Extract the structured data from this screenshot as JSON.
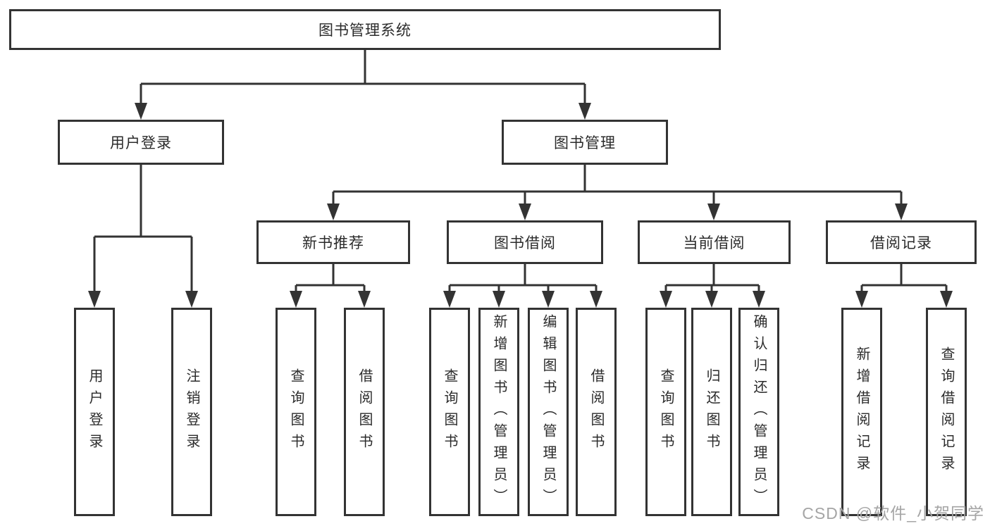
{
  "diagram": {
    "root_label": "图书管理系统",
    "branches": [
      {
        "label": "用户登录",
        "children": [
          {
            "label": "用户登录"
          },
          {
            "label": "注销登录"
          }
        ]
      },
      {
        "label": "图书管理",
        "modules": [
          {
            "label": "新书推荐",
            "children": [
              {
                "label": "查询图书"
              },
              {
                "label": "借阅图书"
              }
            ]
          },
          {
            "label": "图书借阅",
            "children": [
              {
                "label": "查询图书"
              },
              {
                "label": "新增图书（管理员）"
              },
              {
                "label": "编辑图书（管理员）"
              },
              {
                "label": "借阅图书"
              }
            ]
          },
          {
            "label": "当前借阅",
            "children": [
              {
                "label": "查询图书"
              },
              {
                "label": "归还图书"
              },
              {
                "label": "确认归还（管理员）"
              }
            ]
          },
          {
            "label": "借阅记录",
            "children": [
              {
                "label": "新增借阅记录"
              },
              {
                "label": "查询借阅记录"
              }
            ]
          }
        ]
      }
    ]
  },
  "watermark": "CSDN @软件_小贺同学",
  "colors": {
    "line": "#333333",
    "text": "#2b2b2b",
    "watermark": "#a5a5a5",
    "background": "#ffffff"
  }
}
